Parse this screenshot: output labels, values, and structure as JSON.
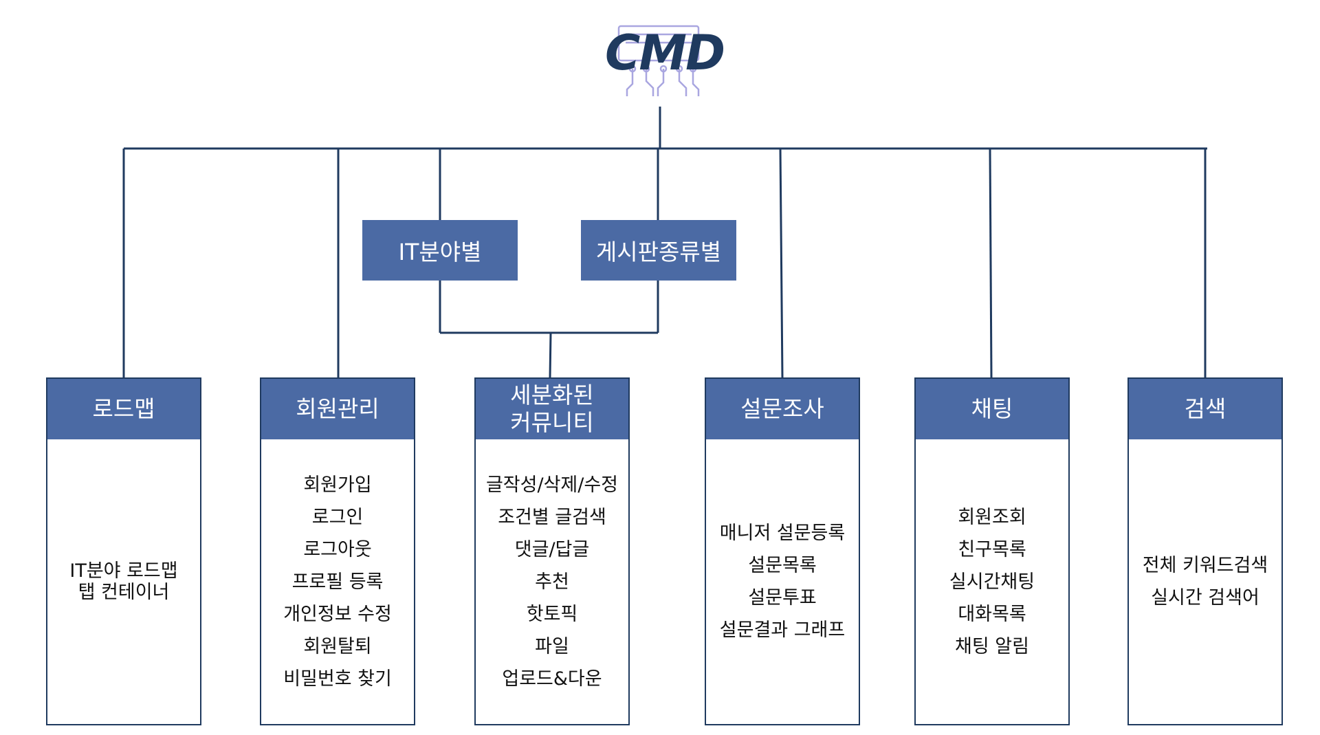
{
  "logo": {
    "text": "CMD"
  },
  "sub_groups": [
    {
      "label": "IT분야별"
    },
    {
      "label": "게시판종류별"
    }
  ],
  "categories": [
    {
      "title": "로드맵",
      "items": [
        "IT분야 로드맵",
        "탭 컨테이너"
      ]
    },
    {
      "title": "회원관리",
      "items": [
        "회원가입",
        "로그인",
        "로그아웃",
        "프로필 등록",
        "개인정보 수정",
        "회원탈퇴",
        "비밀번호 찾기"
      ]
    },
    {
      "title": "세분화된\n커뮤니티",
      "items": [
        "글작성/삭제/수정",
        "조건별 글검색",
        "댓글/답글",
        "추천",
        "핫토픽",
        "파일",
        "업로드&다운"
      ]
    },
    {
      "title": "설문조사",
      "items": [
        "매니저 설문등록",
        "설문목록",
        "설문투표",
        "설문결과 그래프"
      ]
    },
    {
      "title": "채팅",
      "items": [
        "회원조회",
        "친구목록",
        "실시간채팅",
        "대화목록",
        "채팅 알림"
      ]
    },
    {
      "title": "검색",
      "items": [
        "전체 키워드검색",
        "실시간 검색어"
      ]
    }
  ]
}
